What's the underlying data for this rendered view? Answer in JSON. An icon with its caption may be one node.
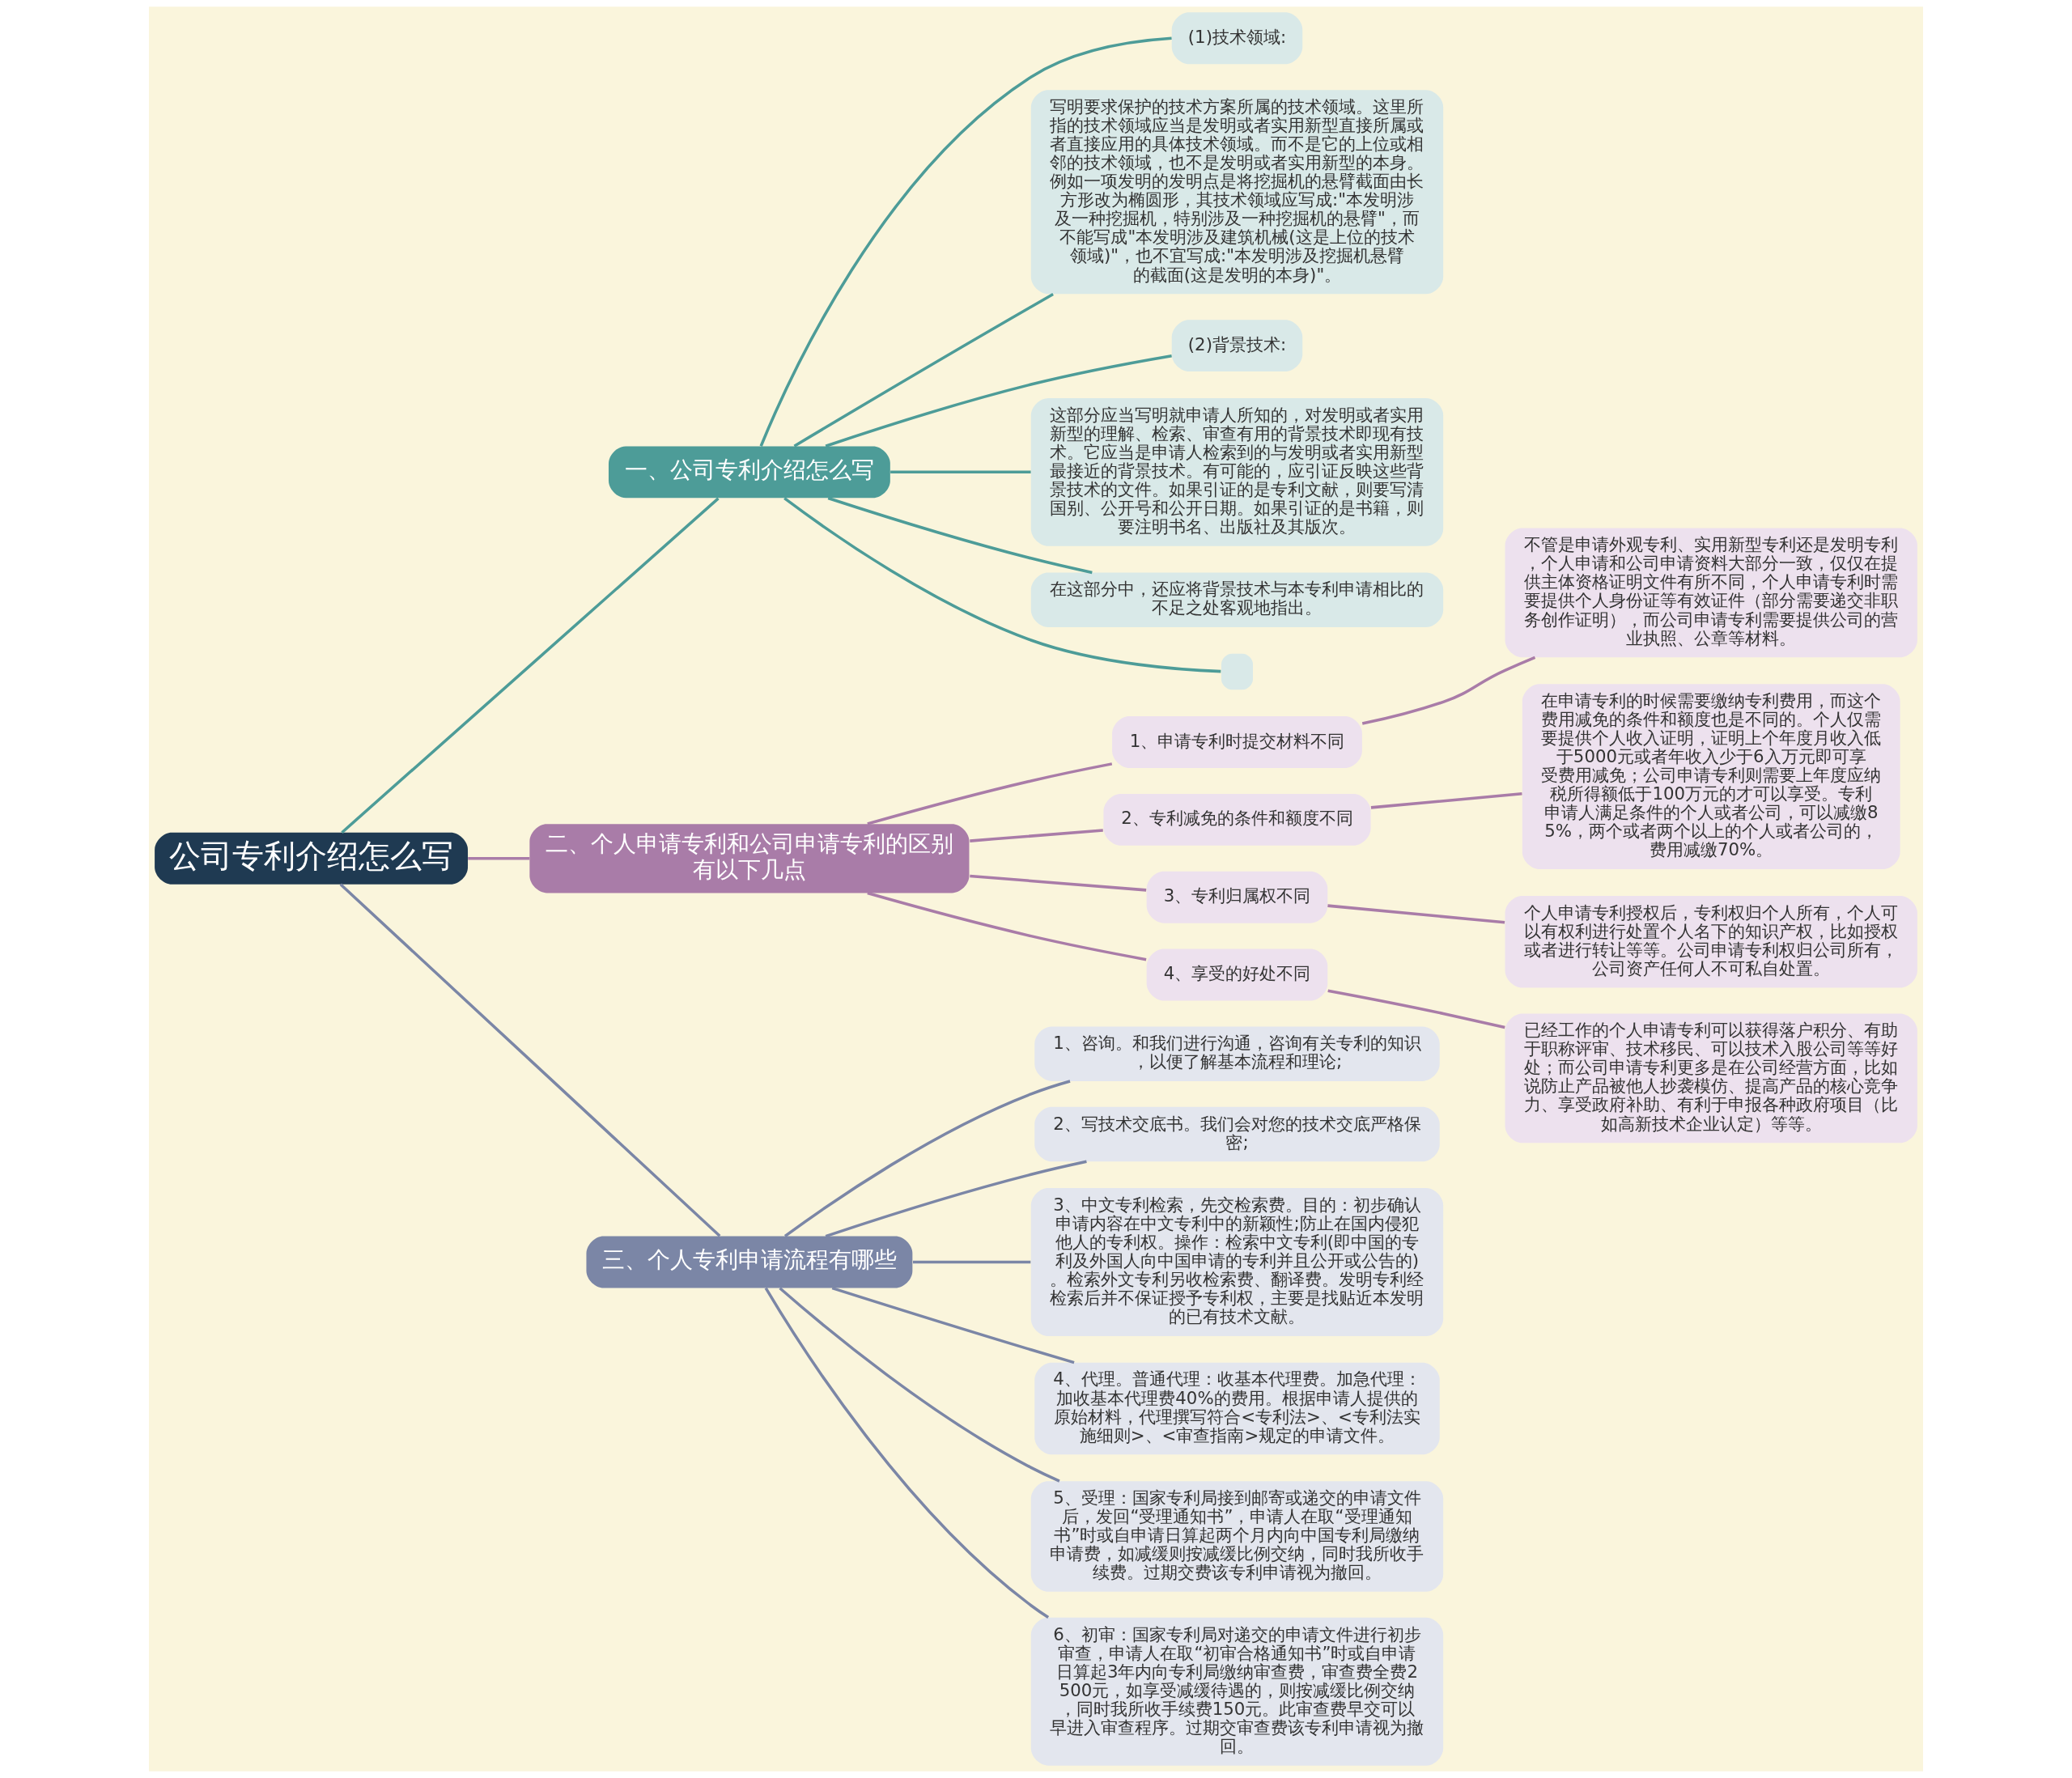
{
  "diagram": {
    "nodes": [
      {
        "text": [
          "公司专利介绍怎么写"
        ]
      },
      {
        "text": [
          "一、公司专利介绍怎么写"
        ]
      },
      {
        "text": [
          "(1)技术领域:"
        ]
      },
      {
        "text": [
          "写明要求保护的技术方案所属的技术领域。这里所指的技术领域应当是发明或者实用新型直接所属或者直接应用的具体技术领域。而不是它的上位或相邻的技术领域，也不是发明或者实用新型的本身。例如一项发明的发明点是将挖掘机的悬臂截面由长方形改为椭圆形，其技术领域应写成:\"本发明涉及一种挖掘机，特别涉及一种挖掘机的悬臂\"，而不能写成\"本发明涉及建筑机械(这是上位的技术领域)\"，也不宜写成:\"本发明涉及挖掘机悬臂的截面(这是发明的本身)\"。"
        ]
      },
      {
        "text": [
          "(2)背景技术:"
        ]
      },
      {
        "text": [
          "这部分应当写明就申请人所知的，对发明或者实用新型的理解、检索、审查有用的背景技术即现有技术。它应当是申请人检索到的与发明或者实用新型最接近的背景技术。有可能的，应引证反映这些背景技术的文件。如果引证的是专利文献，则要写清国别、公开号和公开日期。如果引证的是书籍，则要注明书名、出版社及其版次。"
        ]
      },
      {
        "text": [
          "在这部分中，还应将背景技术与本专利申请相比的不足之处客观地指出。"
        ]
      },
      {
        "text": [],
        "shape": "box"
      },
      {
        "text": [
          "二、个人申请专利和公司申请专利的区别有以下几点"
        ]
      },
      {
        "text": [
          "1、申请专利时提交材料不同"
        ]
      },
      {
        "text": [
          "不管是申请外观专利、实用新型专利还是发明专利，个人申请和公司申请资料大部分一致，仅仅在提供主体资格证明文件有所不同，个人申请专利时需要提供个人身份证等有效证件（部分需要递交非职务创作证明），而公司申请专利需要提供公司的营业执照、公章等材料。"
        ]
      },
      {
        "text": [
          "2、专利减免的条件和额度不同"
        ]
      },
      {
        "text": [
          "在申请专利的时候需要缴纳专利费用，而这个费用减免的条件和额度也是不同的。个人仅需要提供个人收入证明，证明上个年度月收入低于5000元或者年收入少于6入万元即可享受费用减免；公司申请专利则需要上年度应纳税所得额低于100万元的才可以享受。专利申请人满足条件的个人或者公司，可以减缴85%，两个或者两个以上的个人或者公司的，费用减缴70%。"
        ]
      },
      {
        "text": [
          "3、专利归属权不同"
        ]
      },
      {
        "text": [
          "个人申请专利授权后，专利权归个人所有，个人可以有权利进行处置个人名下的知识产权，比如授权或者进行转让等等。公司申请专利权归公司所有，公司资产任何人不可私自处置。"
        ]
      },
      {
        "text": [
          "4、享受的好处不同"
        ]
      },
      {
        "text": [
          "已经工作的个人申请专利可以获得落户积分、有助于职称评审、技术移民、可以技术入股公司等等好处；而公司申请专利更多是在公司经营方面，比如说防止产品被他人抄袭模仿、提高产品的核心竞争力、享受政府补助、有利于申报各种政府项目（比如高新技术企业认定）等等。"
        ]
      },
      {
        "text": [
          "三、个人专利申请流程有哪些"
        ]
      },
      {
        "text": [
          "1、咨询。和我们进行沟通，咨询有关专利的知识，以便了解基本流程和理论;"
        ]
      },
      {
        "text": [
          "2、写技术交底书。我们会对您的技术交底严格保密;"
        ]
      },
      {
        "text": [
          "3、中文专利检索，先交检索费。目的：初步确认申请内容在中文专利中的新颖性;防止在国内侵犯他人的专利权。操作：检索中文专利(即中国的专利及外国人向中国申请的专利并且公开或公告的)。检索外文专利另收检索费、翻译费。发明专利经检索后并不保证授予专利权，主要是找贴近本发明的已有技术文献。"
        ]
      },
      {
        "text": [
          "4、代理。普通代理：收基本代理费。加急代理：加收基本代理费40%的费用。根据申请人提供的原始材料，代理撰写符合<专利法>、<专利法实施细则>、<审查指南>规定的申请文件。"
        ]
      },
      {
        "text": [
          "5、受理：国家专利局接到邮寄或递交的申请文件后，发回“受理通知书”，申请人在取“受理通知书”时或自申请日算起两个月内向中国专利局缴纳申请费，如减缓则按减缓比例交纳，同时我所收手续费。过期交费该专利申请视为撤回。"
        ]
      },
      {
        "text": [
          "6、初审：国家专利局对递交的申请文件进行初步审查，申请人在取“初审合格通知书”时或自申请日算起3年内向专利局缴纳审查费，审查费全费2500元，如享受减缓待遇的，则按减缓比例交纳，同时我所收手续费150元。此审查费早交可以早进入审查程序。过期交审查费该专利申请视为撤回。"
        ]
      }
    ],
    "edges": [
      {
        "from": 0,
        "to": 8,
        "arrow": "none",
        "color": "#a97ca8"
      },
      {
        "from": 8,
        "to": 9,
        "arrow": "none",
        "color": "#a97ca8"
      },
      {
        "from": 9,
        "to": 10,
        "arrow": "none",
        "color": "#a97ca8"
      },
      {
        "from": 8,
        "to": 11,
        "arrow": "none",
        "color": "#a97ca8"
      },
      {
        "from": 11,
        "to": 12,
        "arrow": "none",
        "color": "#a97ca8"
      },
      {
        "from": 8,
        "to": 13,
        "arrow": "none",
        "color": "#a97ca8"
      },
      {
        "from": 13,
        "to": 14,
        "arrow": "none",
        "color": "#a97ca8"
      },
      {
        "from": 8,
        "to": 15,
        "arrow": "none",
        "color": "#a97ca8"
      },
      {
        "from": 15,
        "to": 16,
        "arrow": "none",
        "color": "#a97ca8"
      },
      {
        "from": 0,
        "to": 1,
        "arrow": "none",
        "color": "#4d9c98"
      },
      {
        "from": 1,
        "to": 2,
        "arrow": "none",
        "color": "#4d9c98"
      },
      {
        "from": 1,
        "to": 3,
        "arrow": "none",
        "color": "#4d9c98"
      },
      {
        "from": 1,
        "to": 4,
        "arrow": "none",
        "color": "#4d9c98"
      },
      {
        "from": 1,
        "to": 5,
        "arrow": "none",
        "color": "#4d9c98"
      },
      {
        "from": 1,
        "to": 6,
        "arrow": "none",
        "color": "#4d9c98"
      },
      {
        "from": 1,
        "to": 7,
        "arrow": "none",
        "color": "#4d9c98"
      },
      {
        "from": 0,
        "to": 17,
        "arrow": "none",
        "color": "#7b86a6"
      },
      {
        "from": 17,
        "to": 18,
        "arrow": "none",
        "color": "#7b86a6"
      },
      {
        "from": 17,
        "to": 19,
        "arrow": "none",
        "color": "#7b86a6"
      },
      {
        "from": 17,
        "to": 20,
        "arrow": "none",
        "color": "#7b86a6"
      },
      {
        "from": 17,
        "to": 21,
        "arrow": "none",
        "color": "#7b86a6"
      },
      {
        "from": 17,
        "to": 22,
        "arrow": "none",
        "color": "#7b86a6"
      },
      {
        "from": 17,
        "to": 23,
        "arrow": "none",
        "color": "#7b86a6"
      }
    ]
  }
}
